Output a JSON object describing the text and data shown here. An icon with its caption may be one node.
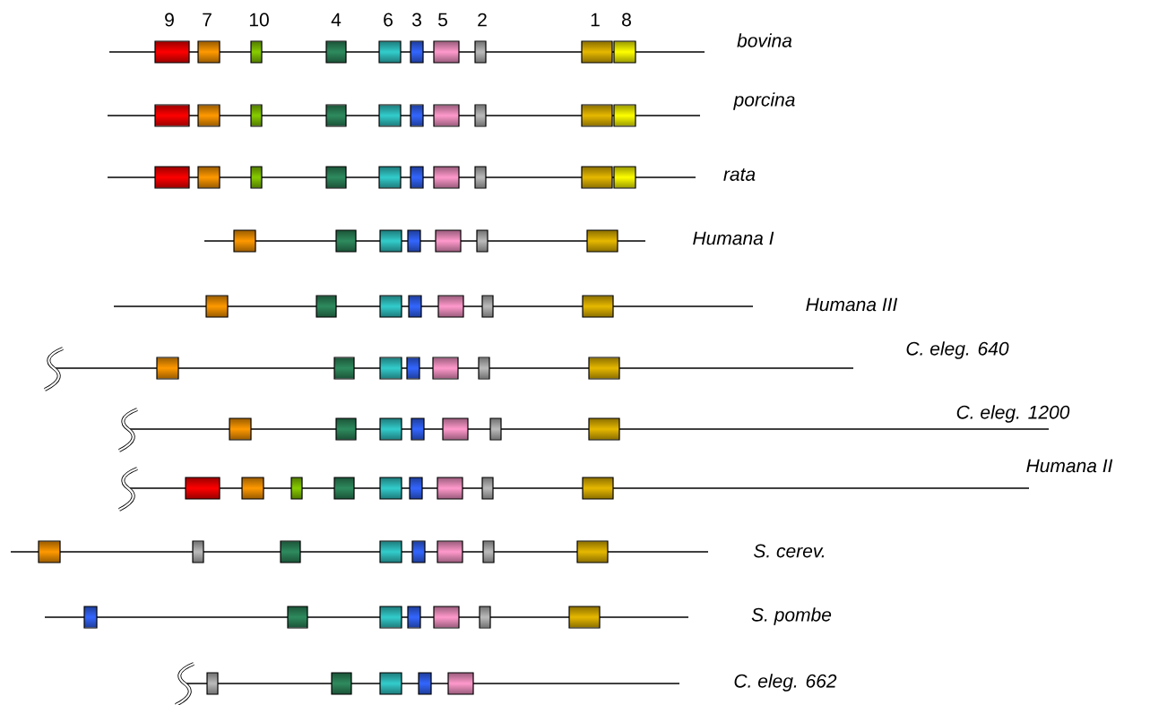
{
  "diagram": {
    "labels": [
      "9",
      "7",
      "10",
      "4",
      "6",
      "3",
      "5",
      "2",
      "1",
      "8",
      "bovina",
      "porcina",
      "rata",
      "Humana I",
      "Humana III",
      "C. eleg. 640",
      "C. eleg. 1200",
      "Humana II",
      "S. cerev.",
      "S. pombe",
      "C. eleg. 662"
    ]
  }
}
